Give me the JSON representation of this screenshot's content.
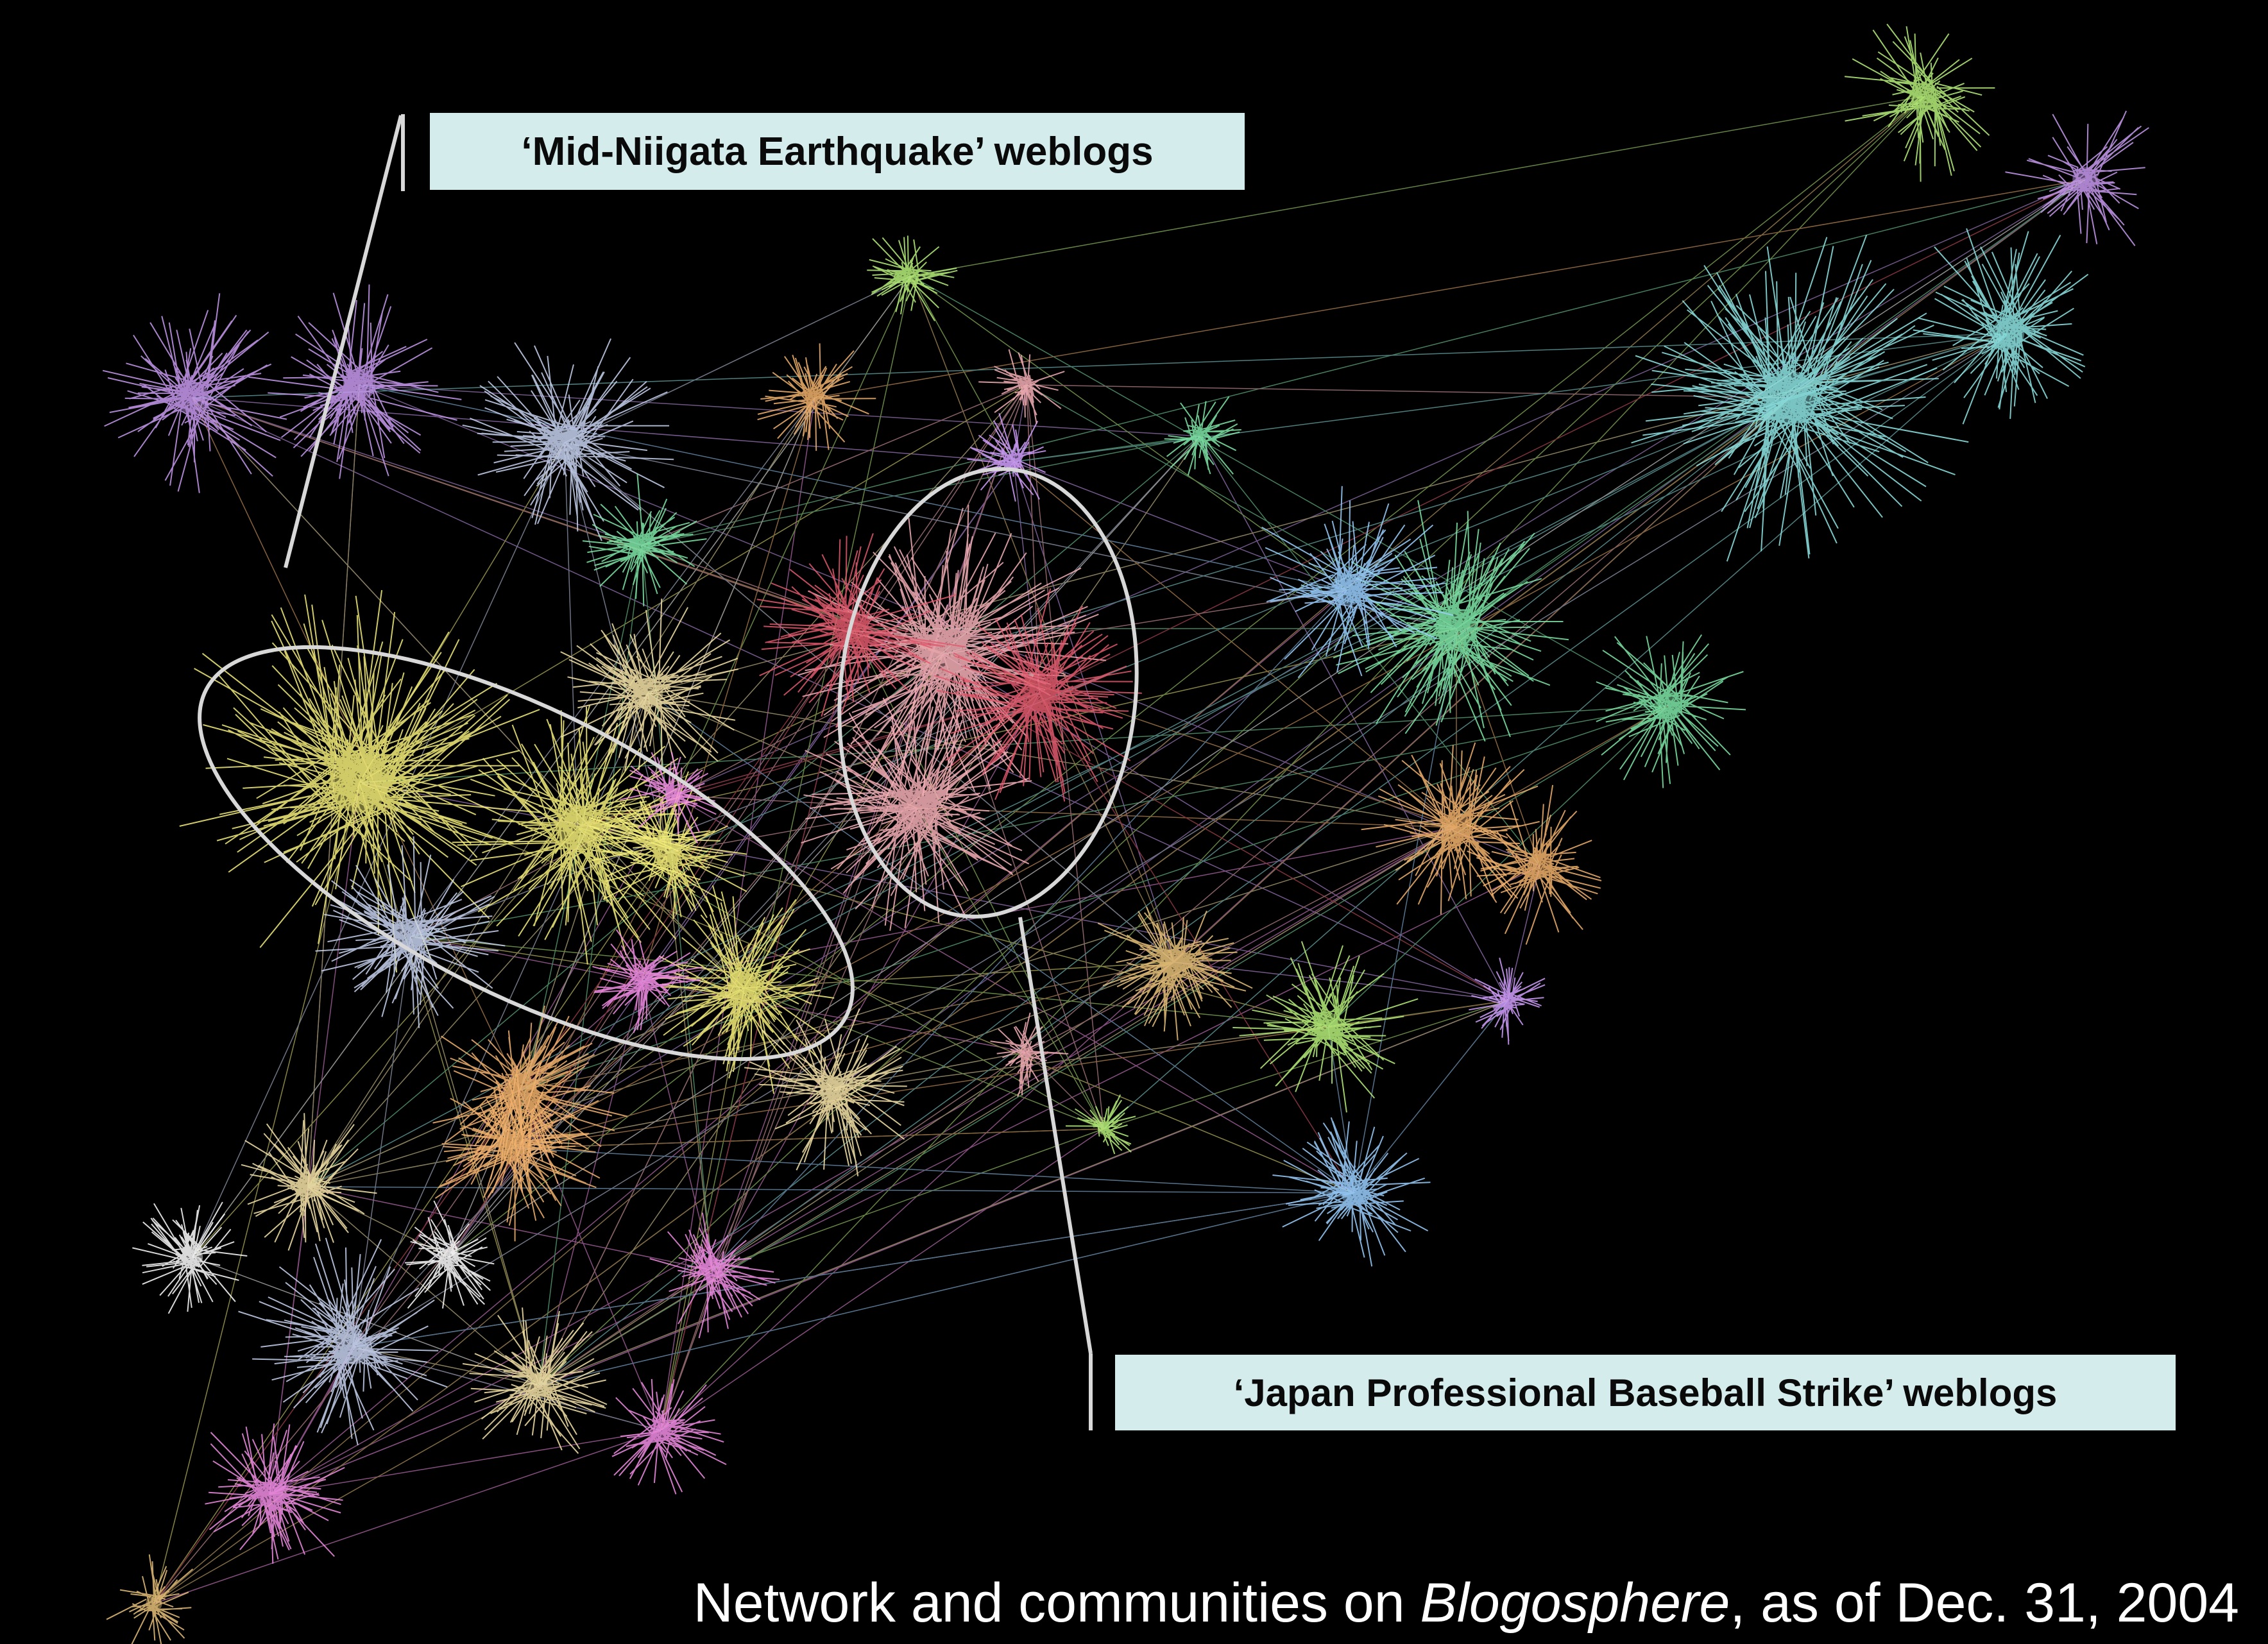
{
  "callouts": {
    "earthquake": "‘Mid-Niigata Earthquake’ weblogs",
    "baseball": "‘Japan Professional Baseball Strike’ weblogs"
  },
  "caption": {
    "prefix": "Network and communities on ",
    "italic": "Blogosphere",
    "suffix": ", as of Dec. 31, 2004"
  },
  "colors": {
    "background": "#000000",
    "callout_fill": "#d4edec",
    "annotation_line": "#d8d8d8",
    "palette": [
      "#f5ef7a",
      "#f6b1b8",
      "#e25b6e",
      "#8fe6e6",
      "#7fe7a8",
      "#c89bf0",
      "#f3b36e",
      "#f28ee6",
      "#f6e4a8",
      "#c8d3f0",
      "#b8f07a",
      "#ffffff",
      "#9bd0ff",
      "#e8c17a",
      "#d3a0ff"
    ]
  }
}
